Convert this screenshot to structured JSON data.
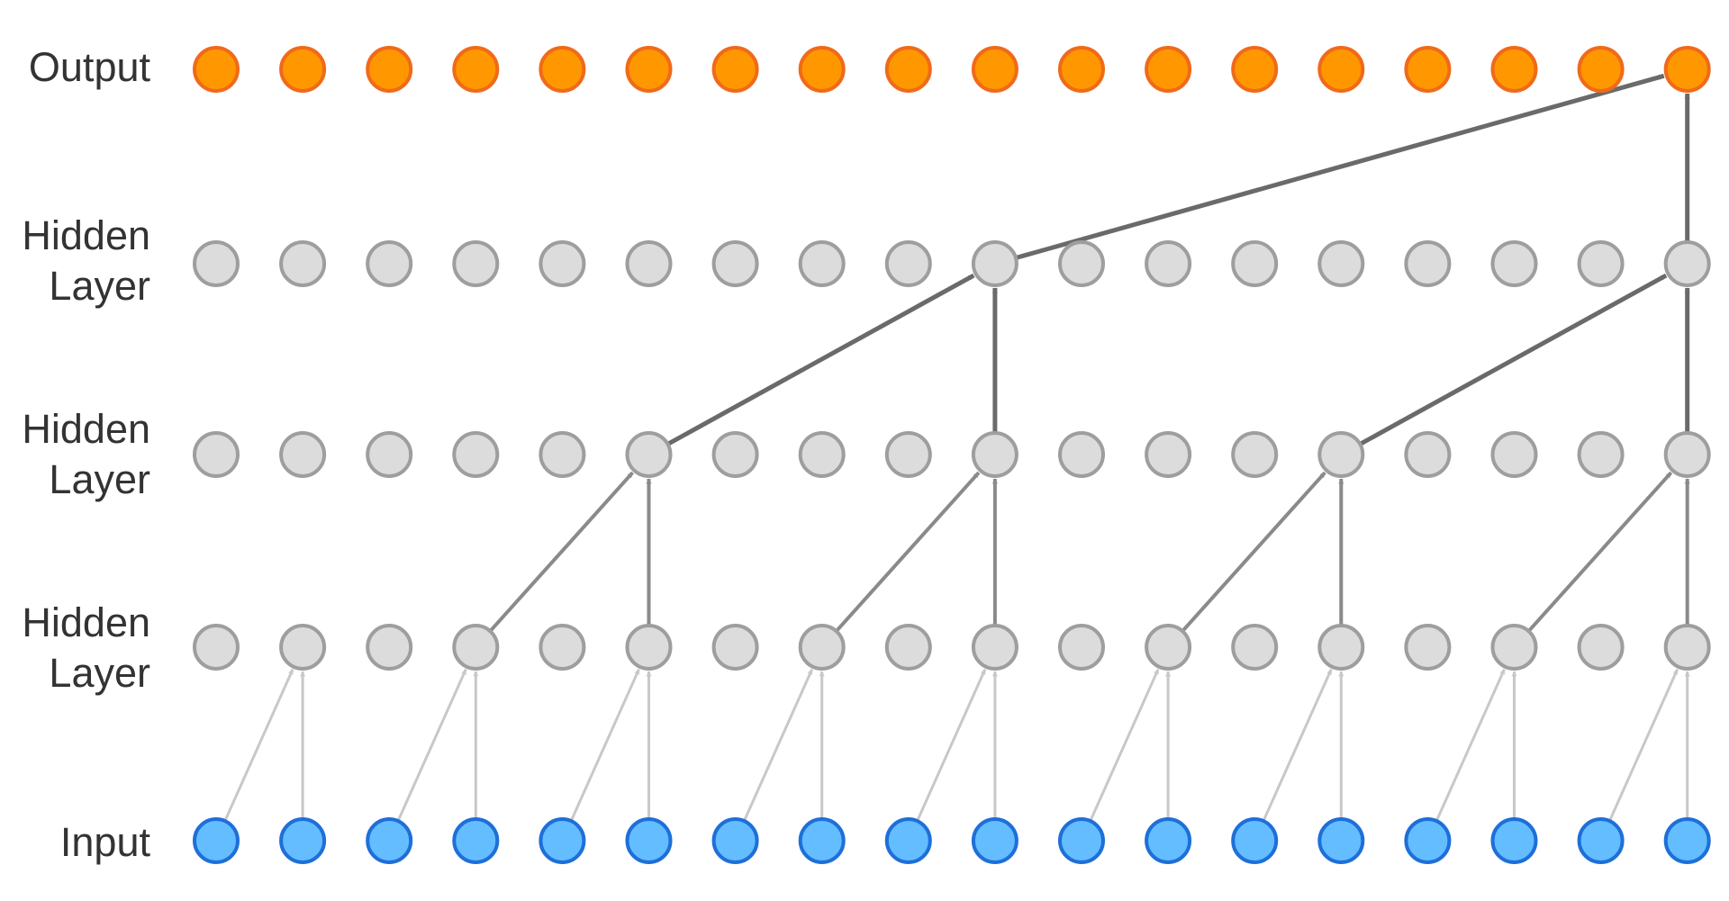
{
  "diagram": {
    "type": "dilated-causal-convolution",
    "nodes_per_layer": 18,
    "layers": [
      {
        "id": "output",
        "label_lines": [
          "Output"
        ],
        "kind": "output"
      },
      {
        "id": "hidden3",
        "label_lines": [
          "Hidden",
          "Layer"
        ],
        "kind": "hidden",
        "dilation": 8
      },
      {
        "id": "hidden2",
        "label_lines": [
          "Hidden",
          "Layer"
        ],
        "kind": "hidden",
        "dilation": 4
      },
      {
        "id": "hidden1",
        "label_lines": [
          "Hidden",
          "Layer"
        ],
        "kind": "hidden",
        "dilation": 2
      },
      {
        "id": "input",
        "label_lines": [
          "Input"
        ],
        "kind": "input",
        "dilation": 1
      }
    ],
    "colors": {
      "output_fill": "#FF9800",
      "output_stroke": "#F06A1A",
      "hidden_fill": "#DCDCDC",
      "hidden_stroke": "#9E9E9E",
      "input_fill": "#64BDFF",
      "input_stroke": "#1E6FD9",
      "edge_light": "#C8C8C8",
      "edge_medium": "#8A8A8A",
      "edge_dark": "#6A6A6A",
      "label": "#333333"
    }
  }
}
